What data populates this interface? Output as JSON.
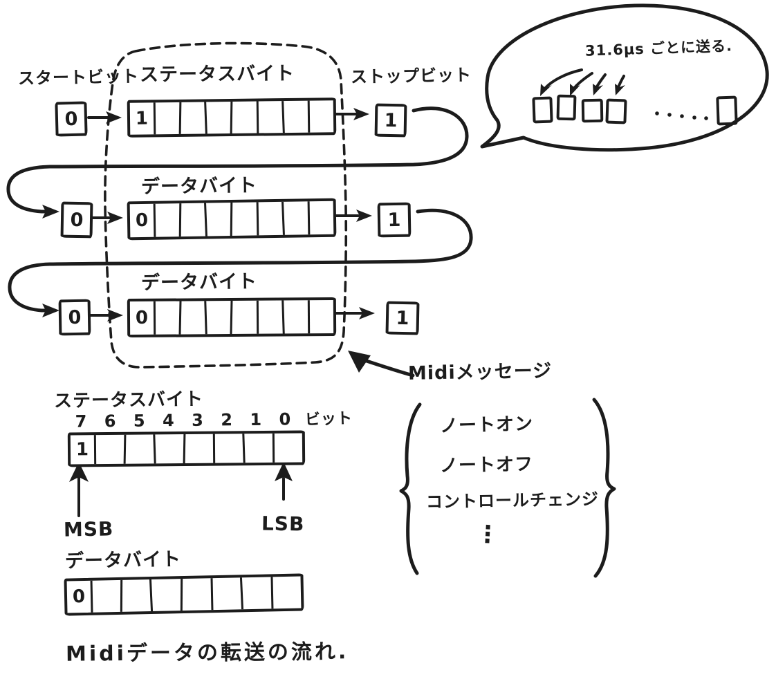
{
  "colors": {
    "ink": "#1c1c1c",
    "paper": "#ffffff"
  },
  "top_labels": {
    "start": "スタートビット",
    "status": "ステータスバイト",
    "stop": "ストップビット"
  },
  "bubble": {
    "text": "31.6μs ごとに送る."
  },
  "frames": [
    {
      "start_bit": "0",
      "first_bit": "1",
      "stop_bit": "1"
    },
    {
      "label": "データバイト",
      "start_bit": "0",
      "first_bit": "0",
      "stop_bit": "1"
    },
    {
      "label": "データバイト",
      "start_bit": "0",
      "first_bit": "0",
      "stop_bit": "1"
    }
  ],
  "midi_message": {
    "label": "Midiメッセージ",
    "types": [
      "ノートオン",
      "ノートオフ",
      "コントロールチェンジ"
    ],
    "ellipsis": "⋮"
  },
  "status_byte": {
    "title": "ステータスバイト",
    "bits": [
      "7",
      "6",
      "5",
      "4",
      "3",
      "2",
      "1",
      "0"
    ],
    "unit": "ビット",
    "first_bit": "1",
    "msb": "MSB",
    "lsb": "LSB"
  },
  "data_byte": {
    "title": "データバイト",
    "first_bit": "0"
  },
  "caption": "Midiデータの転送の流れ."
}
